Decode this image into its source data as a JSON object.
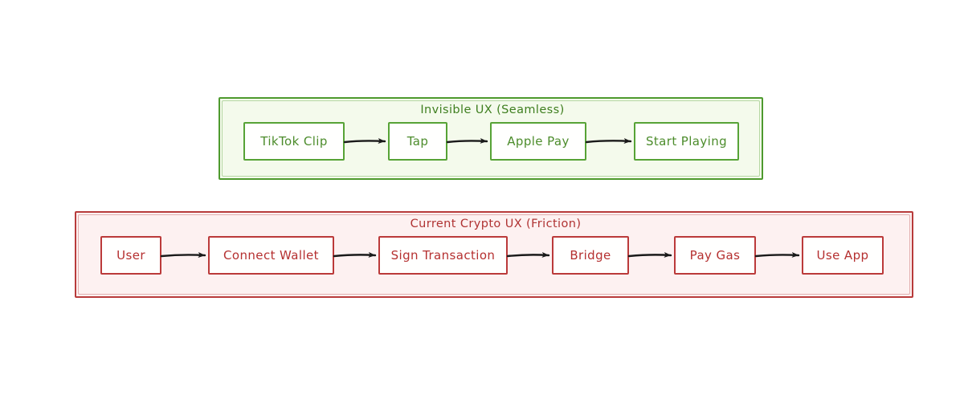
{
  "diagram": {
    "type": "flowchart",
    "background": "#ffffff",
    "groups": [
      {
        "id": "invisible-ux",
        "title": "Invisible UX (Seamless)",
        "accent": "#4e9a2e",
        "fill": "#f4faec",
        "text_color": "#3f7f20",
        "nodes": [
          {
            "id": "tiktok-clip",
            "label": "TikTok Clip"
          },
          {
            "id": "tap",
            "label": "Tap"
          },
          {
            "id": "apple-pay",
            "label": "Apple Pay"
          },
          {
            "id": "start-playing",
            "label": "Start Playing"
          }
        ],
        "edges": [
          {
            "from": "tiktok-clip",
            "to": "tap"
          },
          {
            "from": "tap",
            "to": "apple-pay"
          },
          {
            "from": "apple-pay",
            "to": "start-playing"
          }
        ]
      },
      {
        "id": "current-crypto-ux",
        "title": "Current Crypto UX (Friction)",
        "accent": "#b83b3b",
        "fill": "#fdf1f1",
        "text_color": "#b03333",
        "nodes": [
          {
            "id": "user",
            "label": "User"
          },
          {
            "id": "connect-wallet",
            "label": "Connect Wallet"
          },
          {
            "id": "sign-transaction",
            "label": "Sign Transaction"
          },
          {
            "id": "bridge",
            "label": "Bridge"
          },
          {
            "id": "pay-gas",
            "label": "Pay Gas"
          },
          {
            "id": "use-app",
            "label": "Use App"
          }
        ],
        "edges": [
          {
            "from": "user",
            "to": "connect-wallet"
          },
          {
            "from": "connect-wallet",
            "to": "sign-transaction"
          },
          {
            "from": "sign-transaction",
            "to": "bridge"
          },
          {
            "from": "bridge",
            "to": "pay-gas"
          },
          {
            "from": "pay-gas",
            "to": "use-app"
          }
        ]
      }
    ],
    "arrow_color": "#1a1a1a"
  }
}
